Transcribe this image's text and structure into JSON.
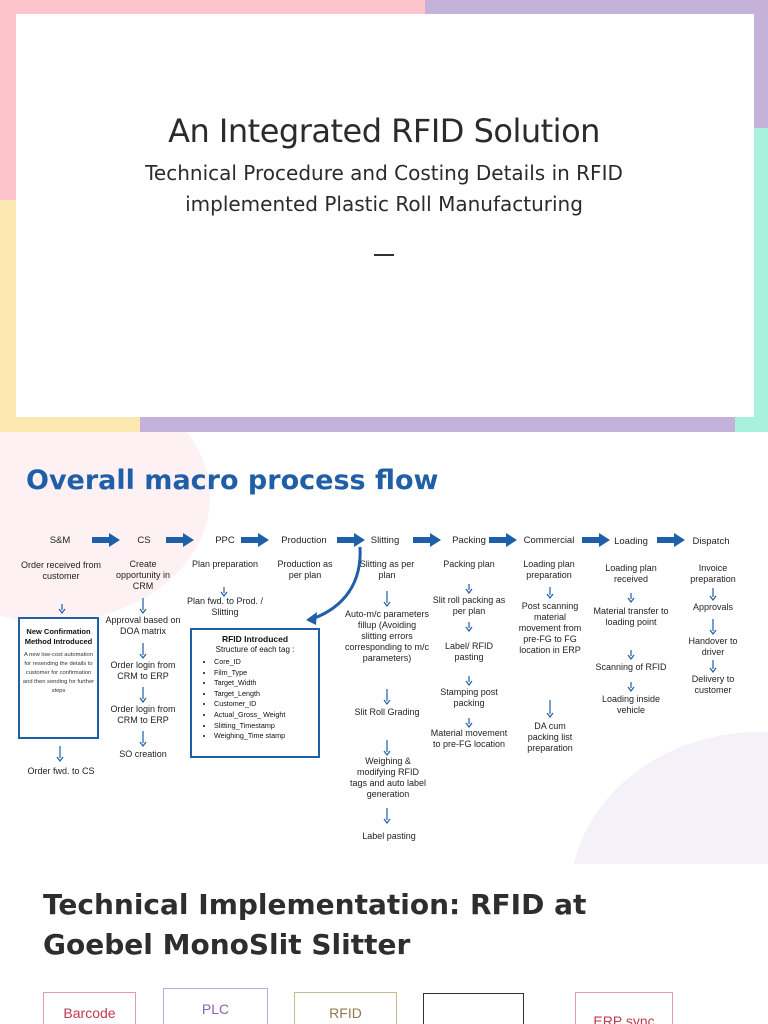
{
  "slide1": {
    "title": "An Integrated RFID Solution",
    "subtitle_line1": "Technical Procedure and Costing Details in RFID",
    "subtitle_line2": "implemented Plastic Roll Manufacturing",
    "colors": {
      "pink": "#fdc4cb",
      "purple": "#c5b2da",
      "mint": "#a8f2dc",
      "yellow": "#fbe8b0"
    }
  },
  "slide2": {
    "title": "Overall macro process flow",
    "stages": [
      "S&M",
      "CS",
      "PPC",
      "Production",
      "Slitting",
      "Packing",
      "Commercial",
      "Loading",
      "Dispatch"
    ],
    "sm": {
      "step1": "Order received from customer",
      "box_title": "New Confirmation Method Introduced",
      "box_text": "A new low-cost automation for resending the details to customer for confirmation and then sending for further steps",
      "step2": "Order fwd. to CS"
    },
    "cs": {
      "step1": "Create opportunity in CRM",
      "step2": "Approval based on DOA matrix",
      "step3": "Order login from CRM to ERP",
      "step4": "Order login from CRM to ERP",
      "step5": "SO creation"
    },
    "ppc": {
      "step1": "Plan preparation",
      "step2": "Plan fwd. to Prod. / Slitting"
    },
    "rfid_box": {
      "title": "RFID Introduced",
      "subtitle": "Structure of each tag :",
      "fields": [
        "Core_ID",
        "Film_Type",
        "Target_Width",
        "Target_Length",
        "Customer_ID",
        "Actual_Gross_ Weight",
        "Slitting_Timestamp",
        "Weighing_Time stamp"
      ]
    },
    "production": {
      "step1": "Production as per plan"
    },
    "slitting": {
      "step1": "Slitting as per plan",
      "step2": "Auto-m/c parameters fillup (Avoiding slitting errors corresponding to m/c parameters)",
      "step3": "Slit Roll Grading",
      "step4": "Weighing & modifying RFID tags and auto label generation",
      "step5": "Label pasting"
    },
    "packing": {
      "step1": "Packing plan",
      "step2": "Slit roll packing as per plan",
      "step3": "Label/ RFID pasting",
      "step4": "Stamping post packing",
      "step5": "Material movement to pre-FG location"
    },
    "commercial": {
      "step1": "Loading plan preparation",
      "step2": "Post scanning material movement from pre-FG to FG location in ERP",
      "step3": "DA cum packing list preparation"
    },
    "loading": {
      "step1": "Loading plan received",
      "step2": "Material transfer to loading point",
      "step3": "Scanning of RFID",
      "step4": "Loading inside vehicle"
    },
    "dispatch": {
      "step1": "Invoice preparation",
      "step2": "Approvals",
      "step3": "Handover to driver",
      "step4": "Delivery to customer"
    },
    "colors": {
      "accent": "#1f5fa8"
    }
  },
  "slide3": {
    "title_line1": "Technical Implementation: RFID at",
    "title_line2": "Goebel MonoSlit Slitter",
    "boxes": [
      {
        "label": "Barcode",
        "color": "#c0394e"
      },
      {
        "label": "PLC",
        "color": "#8e62b8"
      },
      {
        "label": "RFID",
        "color": "#8f7b4f"
      },
      {
        "label": "",
        "color": "#333333"
      },
      {
        "label": "ERP sync",
        "color": "#c0394e"
      }
    ]
  }
}
